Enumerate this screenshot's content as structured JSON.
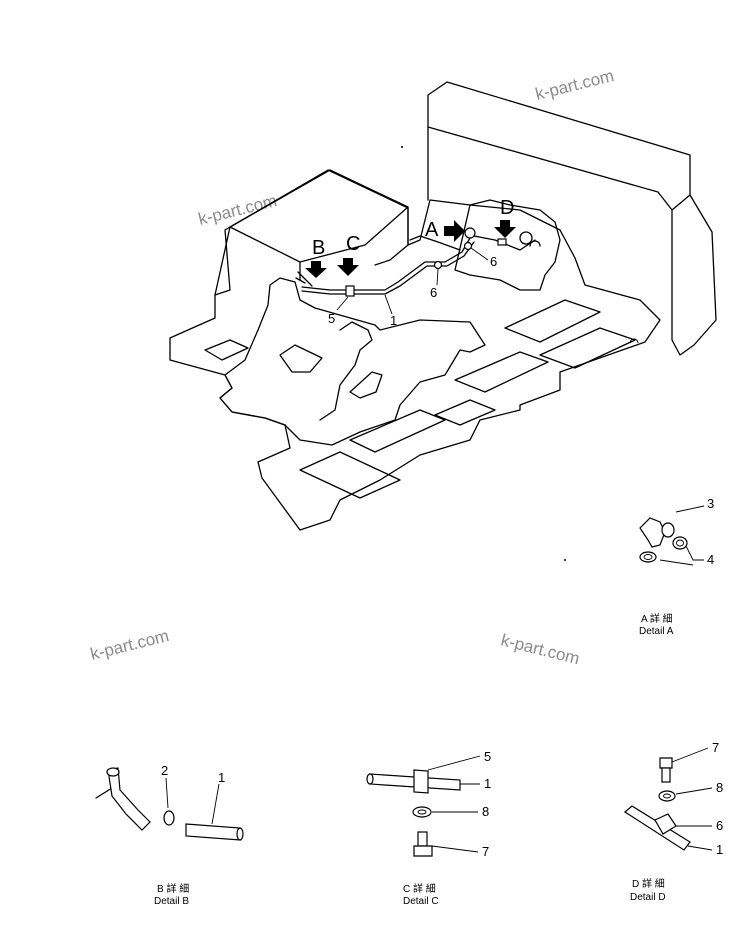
{
  "watermark": "k-part.com",
  "view_labels": {
    "a": "A",
    "b": "B",
    "c": "C",
    "d": "D"
  },
  "part_numbers": [
    "1",
    "2",
    "3",
    "4",
    "5",
    "6",
    "7",
    "8"
  ],
  "details": {
    "a": {
      "jp": "A 詳 細",
      "en": "Detail  A"
    },
    "b": {
      "jp": "B 詳 細",
      "en": "Detail  B"
    },
    "c": {
      "jp": "C 詳 細",
      "en": "Detail  C"
    },
    "d": {
      "jp": "D 詳 細",
      "en": "Detail  D"
    }
  }
}
